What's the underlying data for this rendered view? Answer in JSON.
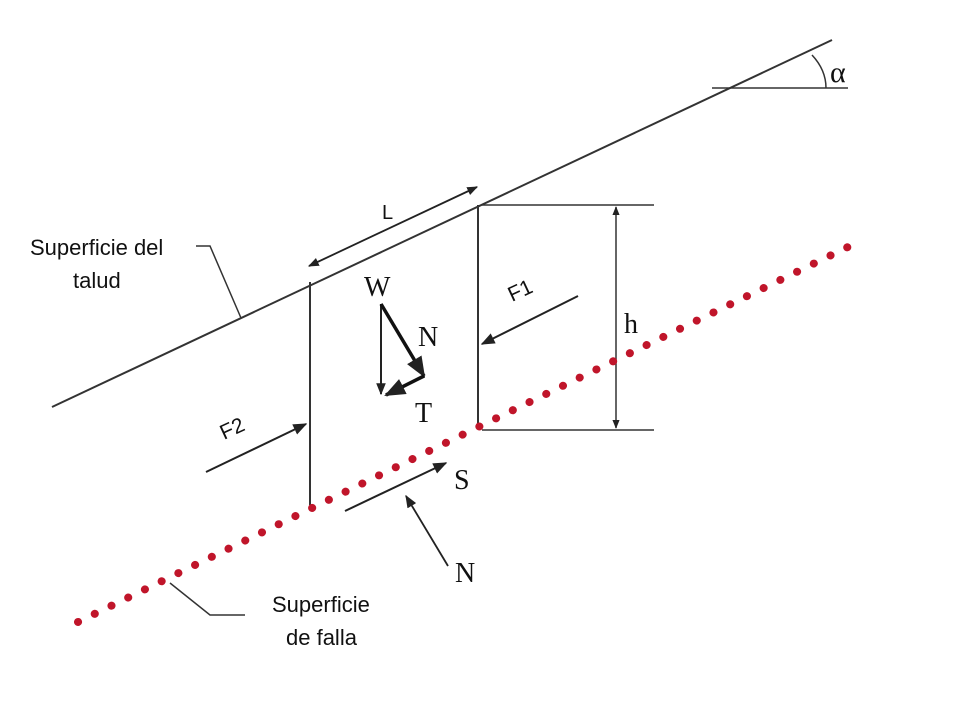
{
  "labels": {
    "surface_line1": "Superficie del",
    "surface_line2": "talud",
    "failure_line1": "Superficie",
    "failure_line2": "de falla",
    "length": "L",
    "height": "h",
    "alpha": "α",
    "f1": "F1",
    "f2": "F2",
    "weight": "W",
    "normal_upper": "N",
    "tangential": "T",
    "shear": "S",
    "normal_lower": "N"
  },
  "colors": {
    "line": "#333333",
    "dots": "#c0152a",
    "text": "#111111"
  }
}
